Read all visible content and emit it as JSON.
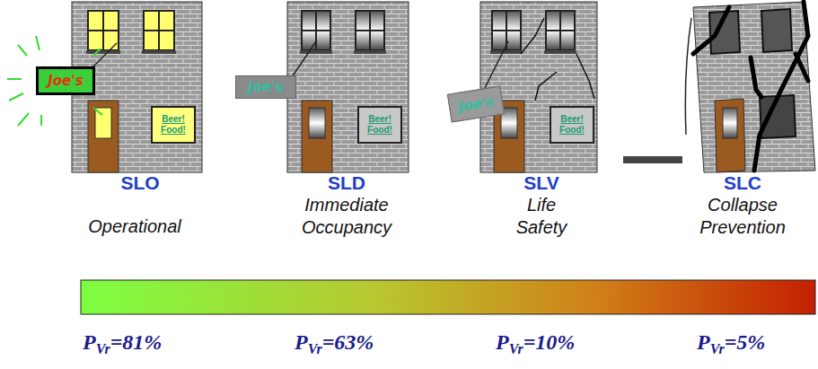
{
  "diagram": {
    "nodes": [
      {
        "text": [
          "Joe's"
        ]
      },
      {
        "text": [
          "Beer! Food!"
        ]
      },
      {
        "text": [
          "Joe's"
        ]
      },
      {
        "text": [
          "Beer! Food!"
        ]
      },
      {
        "text": [
          "Joe's"
        ]
      },
      {
        "text": [
          "Beer! Food!"
        ]
      }
    ],
    "labels": [
      "SLO",
      "Operational",
      "SLD",
      "Immediate Occupancy",
      "SLV",
      "Life Safety",
      "SLC",
      "Collapse Prevention",
      "P",
      "Vr",
      "=81%",
      "P",
      "Vr",
      "=63%",
      "P",
      "Vr",
      "=10%",
      "P",
      "Vr",
      "=5%"
    ]
  }
}
